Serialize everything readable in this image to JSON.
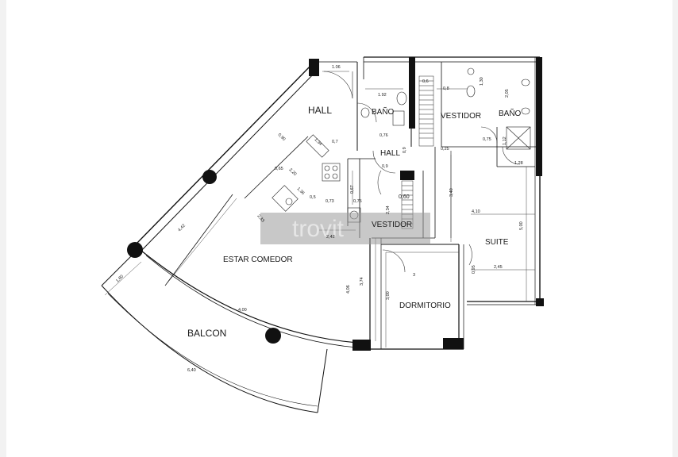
{
  "rooms": {
    "hall": "HALL",
    "bano1": "BAÑO",
    "vestidor1": "VESTIDOR",
    "bano2": "BAÑO",
    "hall2": "HALL",
    "vestidor2": "VESTIDOR",
    "suite": "SUITE",
    "estar": "ESTAR COMEDOR",
    "dormitorio": "DORMITORIO",
    "balcon": "BALCON"
  },
  "dims": {
    "d106": "1.06",
    "d192": "1.92",
    "d076": "0,76",
    "d06": "0,6",
    "d08": "0,8",
    "d130": "1,30",
    "d205": "2,05",
    "d075b": "0,75",
    "d112": "1,12",
    "d128": "1,28",
    "d025": "0,25",
    "d09": "0,9",
    "d09b": "0,9",
    "d060": "0,60",
    "d07": "0,7",
    "d090": "0,90",
    "d134": "1,34",
    "d065": "0,65",
    "d220": "2,20",
    "d136": "1,36",
    "d05": "0,5",
    "d073": "0,73",
    "d075": "0,75",
    "d067": "0,67",
    "d234": "2,34",
    "d233": "2,33",
    "d242": "2,42",
    "d340": "3,40",
    "d410": "4,10",
    "d500": "5,00",
    "d245": "2,45",
    "d095": "0,95",
    "d3": "3",
    "d300": "3,00",
    "d406": "4,06",
    "d374": "3,74",
    "d442": "4,42",
    "d180": "1,80",
    "r400": "4,00",
    "r640": "6,40"
  },
  "watermark": "trovit"
}
